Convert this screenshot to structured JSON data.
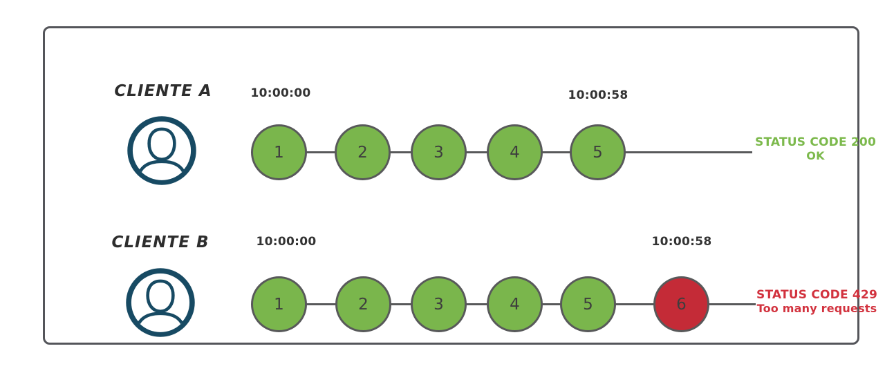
{
  "diagram": {
    "title_implicit": "rate limit comparison",
    "clients": [
      {
        "name": "CLIENTE A",
        "start_time": "10:00:00",
        "end_time": "10:00:58",
        "requests": [
          "1",
          "2",
          "3",
          "4",
          "5"
        ],
        "request_states": [
          "ok",
          "ok",
          "ok",
          "ok",
          "ok"
        ],
        "status_line1": "STATUS CODE 200",
        "status_line2": "OK",
        "result": "ok"
      },
      {
        "name": "CLIENTE B",
        "start_time": "10:00:00",
        "end_time": "10:00:58",
        "requests": [
          "1",
          "2",
          "3",
          "4",
          "5",
          "6"
        ],
        "request_states": [
          "ok",
          "ok",
          "ok",
          "ok",
          "ok",
          "blocked"
        ],
        "status_line1": "STATUS CODE 429",
        "status_line2": "Too many requests",
        "result": "blocked"
      }
    ],
    "colors": {
      "request_ok_fill": "#7ab64c",
      "request_blocked_fill": "#c42b37",
      "status_ok_text": "#7cb94c",
      "status_blocked_text": "#d2323e",
      "circle_stroke": "#58595a",
      "timeline_stroke": "#58595a",
      "frame_border": "#54555a",
      "avatar_navy": "#174a63",
      "label_text": "#2d2d2d",
      "timestamp_text": "#333333"
    },
    "icons": [
      "user-avatar-icon"
    ]
  }
}
